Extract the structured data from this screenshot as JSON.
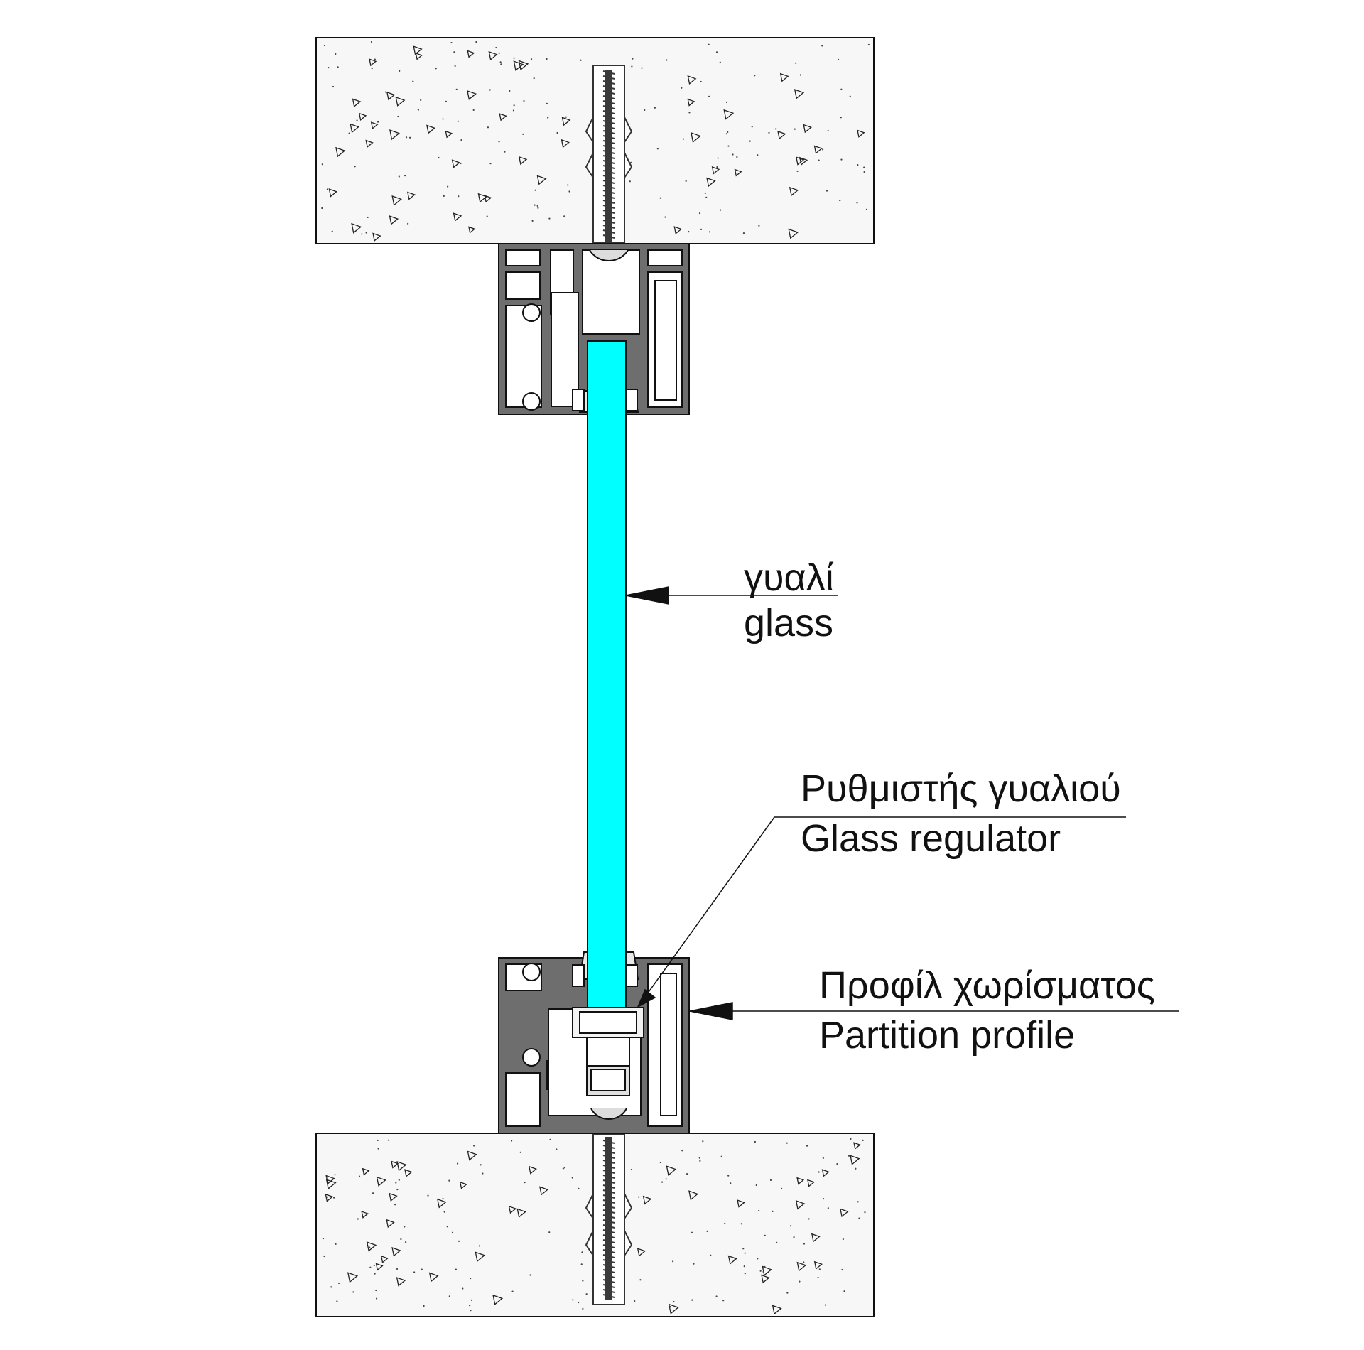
{
  "labels": {
    "glass": {
      "greek": "γυαλί",
      "english": "glass"
    },
    "regulator": {
      "greek": "Ρυθμιστής γυαλιού",
      "english": "Glass regulator"
    },
    "profile": {
      "greek": "Προφίλ χωρίσματος",
      "english": "Partition profile"
    }
  },
  "colors": {
    "glass": "#00FFFF",
    "profile": "#6E6E6E",
    "concrete": "#F7F7F7",
    "line": "#111111",
    "screw": "#3A3A3A"
  }
}
